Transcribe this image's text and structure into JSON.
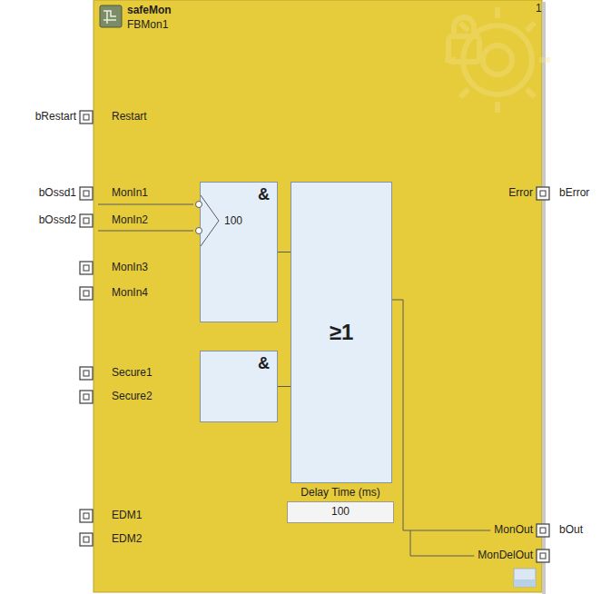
{
  "diagram": {
    "nodes": [
      {
        "text": [
          "safeMon",
          "FBMon1"
        ]
      },
      {
        "text": [
          "&",
          "100"
        ],
        "in": 0
      },
      {
        "text": [
          "&"
        ],
        "in": 0
      },
      {
        "text": [
          "≥1"
        ],
        "in": 0
      },
      {
        "text": [
          "Delay Time (ms)",
          "100"
        ],
        "in": 0
      }
    ],
    "edges": [
      {
        "from": 1,
        "to": 3,
        "arrow": "none"
      },
      {
        "from": 2,
        "to": 3,
        "arrow": "none"
      }
    ],
    "labels": [
      "1",
      "bRestart",
      "Restart",
      "bOssd1",
      "MonIn1",
      "bOssd2",
      "MonIn2",
      "MonIn3",
      "MonIn4",
      "Secure1",
      "Secure2",
      "EDM1",
      "EDM2",
      "Error",
      "bError",
      "MonOut",
      "bOut",
      "MonDelOut"
    ]
  }
}
